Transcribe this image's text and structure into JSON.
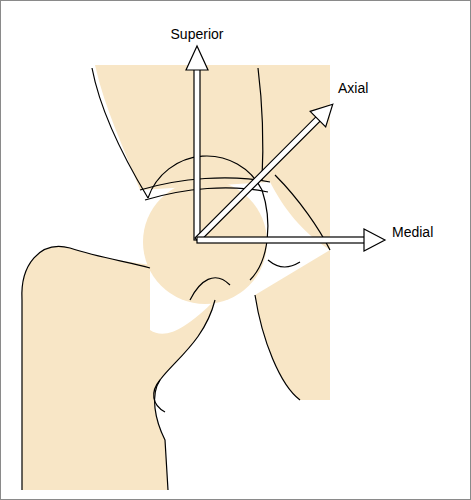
{
  "diagram": {
    "labels": [
      "Superior",
      "Axial",
      "Medial"
    ]
  }
}
